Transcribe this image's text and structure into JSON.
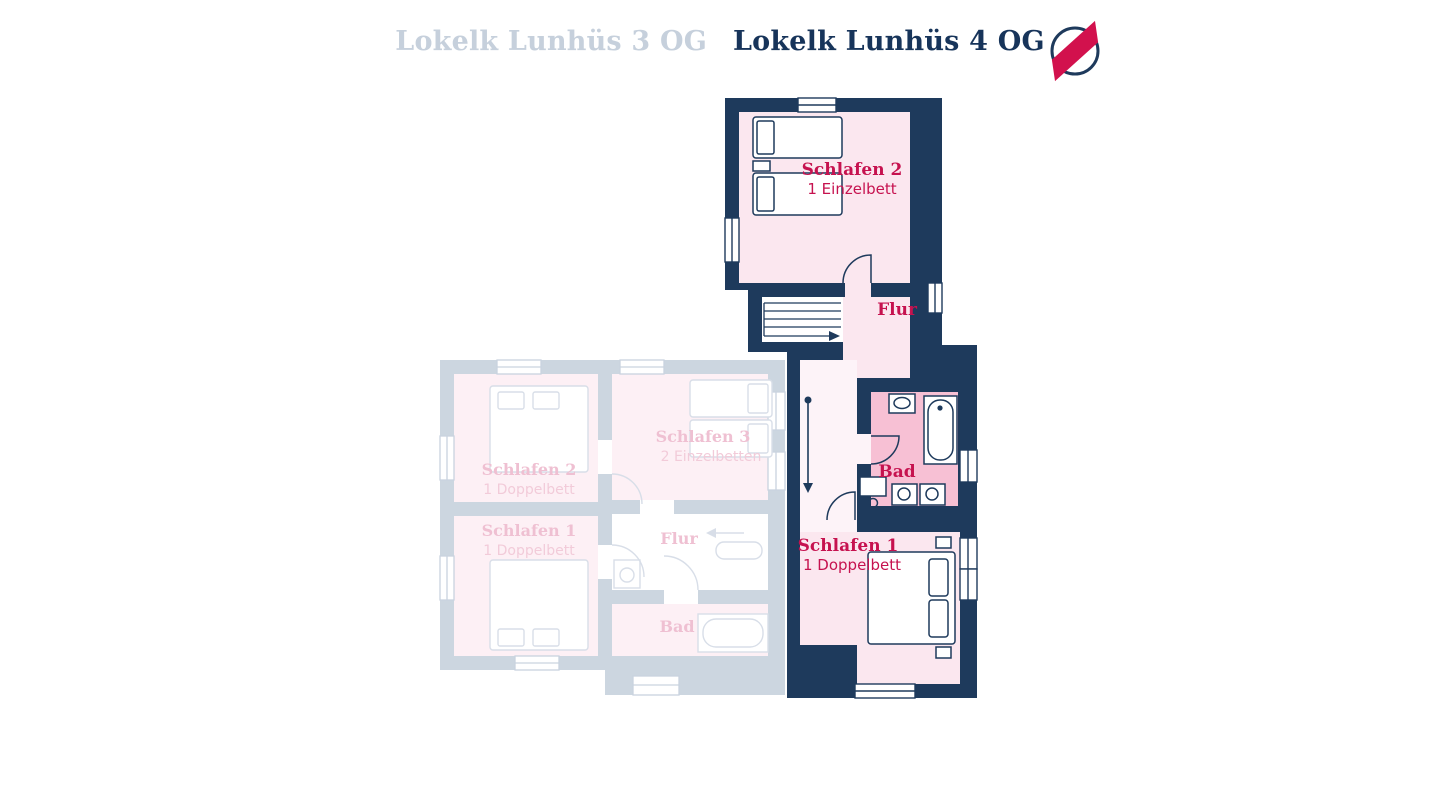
{
  "header": {
    "floor_tabs": [
      {
        "label": "Lokelk Lunhüs 3 OG",
        "state": "inactive"
      },
      {
        "label": "Lokelk Lunhüs 4 OG",
        "state": "active"
      }
    ]
  },
  "compass": {
    "icon": "compass-needle-icon"
  },
  "plan_active": {
    "rooms": {
      "schlafen2": {
        "name": "Schlafen 2",
        "detail": "1 Einzelbett"
      },
      "flur": {
        "name": "Flur"
      },
      "bad": {
        "name": "Bad"
      },
      "schlafen1": {
        "name": "Schlafen 1",
        "detail": "1 Doppelbett"
      }
    }
  },
  "plan_faded": {
    "rooms": {
      "schlafen2": {
        "name": "Schlafen 2",
        "detail": "1 Doppelbett"
      },
      "schlafen3": {
        "name": "Schlafen 3",
        "detail": "2 Einzelbetten"
      },
      "schlafen1": {
        "name": "Schlafen 1",
        "detail": "1 Doppelbett"
      },
      "flur": {
        "name": "Flur"
      },
      "bad": {
        "name": "Bad"
      }
    }
  },
  "colors": {
    "navy_wall": "#1e3a5c",
    "crimson_label": "#c6124f",
    "compass_red": "#d2114d",
    "room_pink": "#fbe7ef",
    "bath_pink": "#f7c0d4",
    "inactive_title": "#c6d0dc",
    "faded_wall": "#ccd6e0",
    "faded_label": "#efc0d2"
  }
}
